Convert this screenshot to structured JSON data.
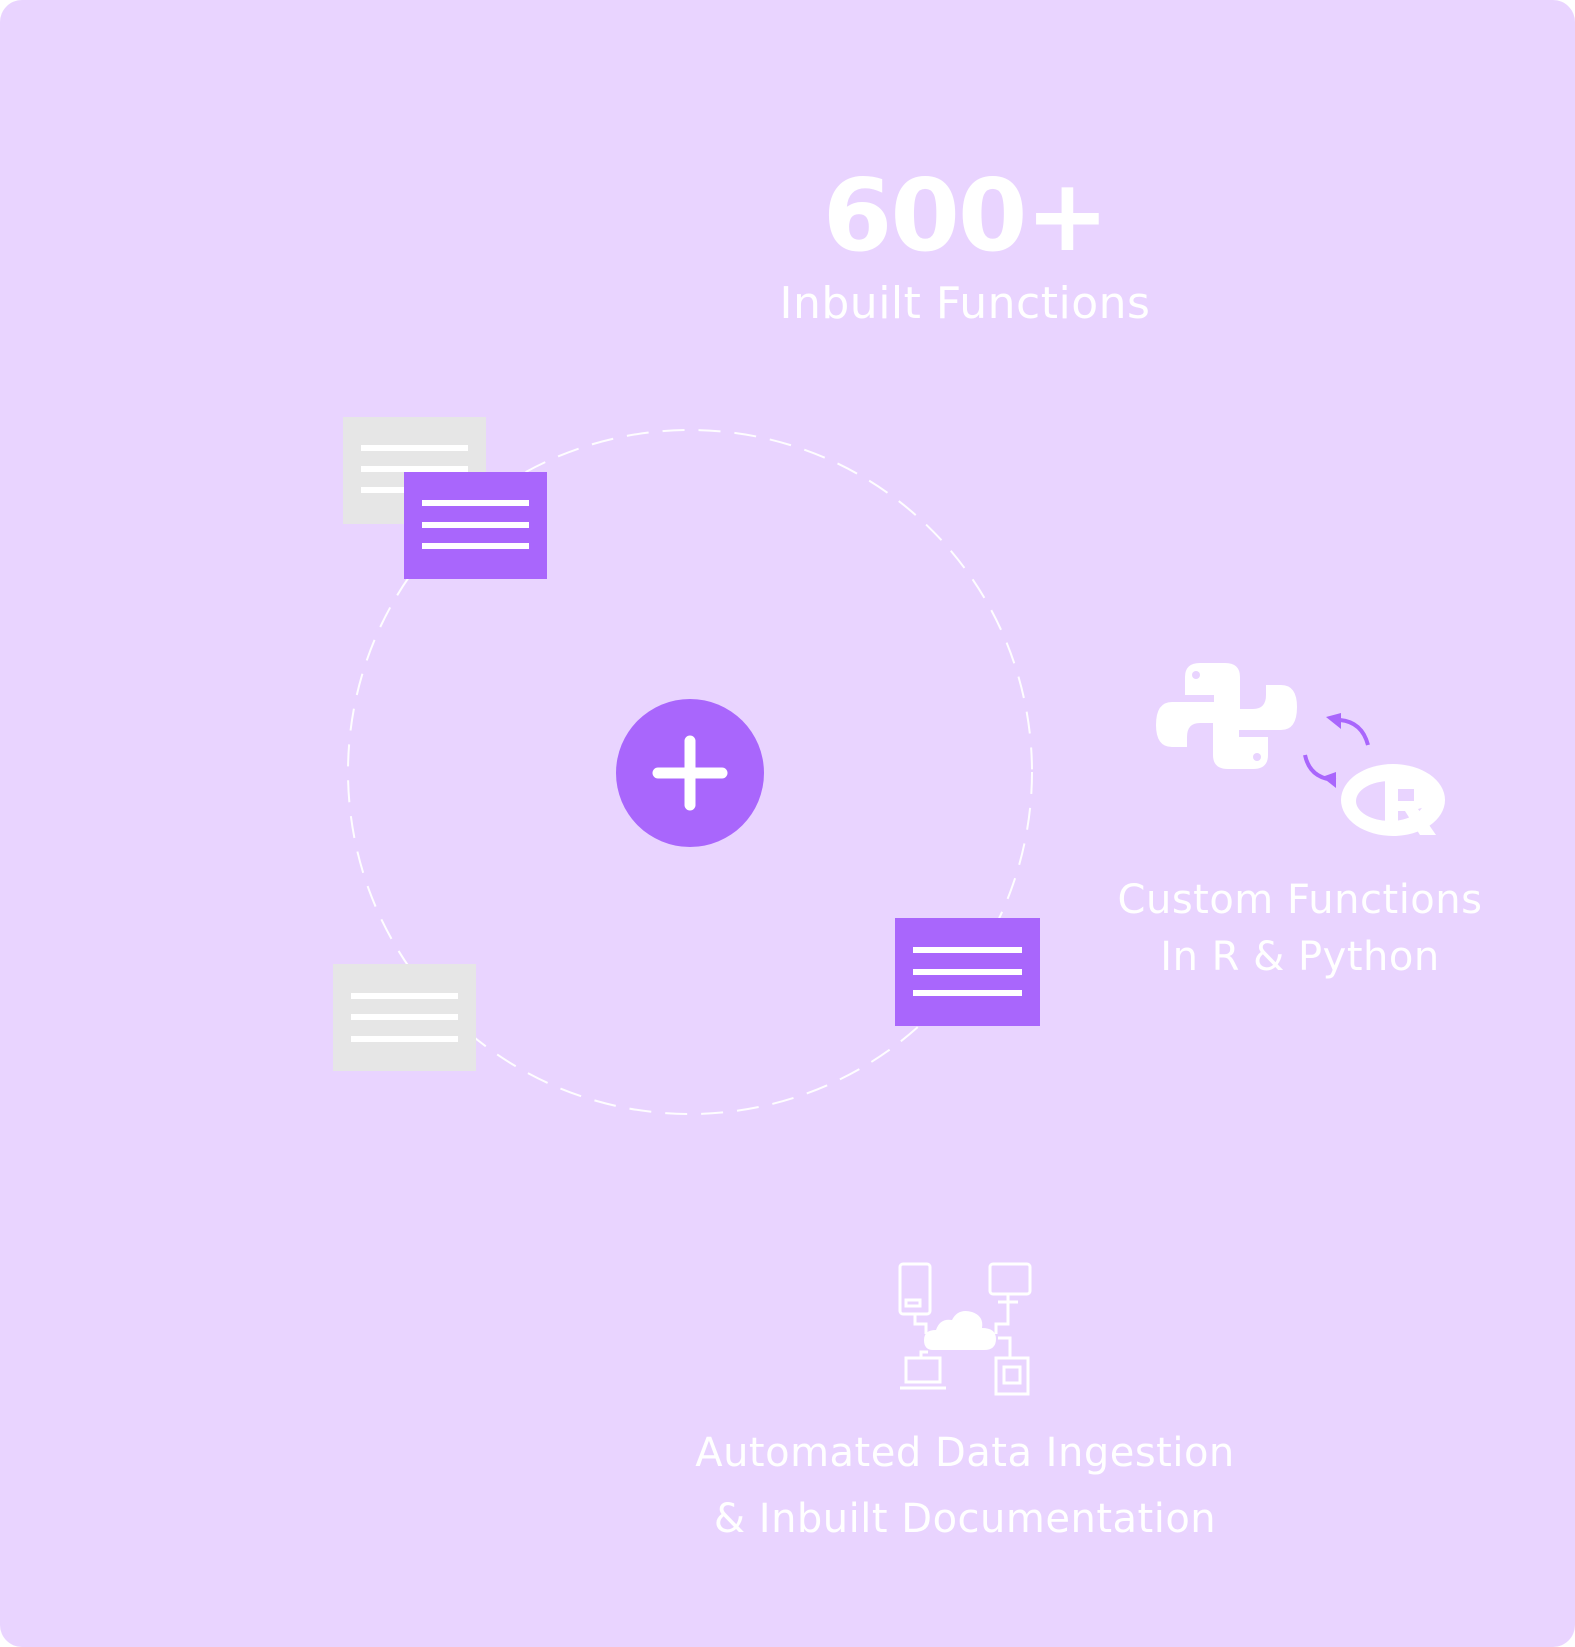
{
  "stat": {
    "value": "600+",
    "label": "Inbuilt Functions"
  },
  "custom_functions": {
    "line1": "Custom Functions",
    "line2": "In R & Python"
  },
  "automation": {
    "line1": "Automated Data Ingestion",
    "line2": "& Inbuilt Documentation"
  },
  "icons": {
    "center": "plus-icon",
    "languages": [
      "python-logo-icon",
      "sync-arrows-icon",
      "r-logo-icon"
    ],
    "network": "cloud-network-icon",
    "cards": [
      "document-lines-icon",
      "document-lines-icon",
      "document-lines-icon",
      "document-lines-icon"
    ]
  },
  "colors": {
    "background": "#e9d4ff",
    "accent": "#a966fc",
    "card_gray": "#e6e6e6",
    "text": "#ffffff"
  }
}
